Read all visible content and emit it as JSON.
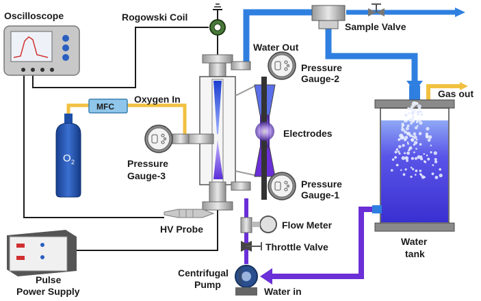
{
  "labels": {
    "oscilloscope": "Oscilloscope",
    "rogowski_coil": "Rogowski Coil",
    "sample_valve": "Sample Valve",
    "water_out": "Water Out",
    "pressure_gauge_2_a": "Pressure",
    "pressure_gauge_2_b": "Gauge-2",
    "gas_out": "Gas out",
    "mfc": "MFC",
    "oxygen_in": "Oxygen In",
    "electrodes": "Electrodes",
    "o2_symbol": "O",
    "o2_sub": "2",
    "pressure_gauge_3_a": "Pressure",
    "pressure_gauge_3_b": "Gauge-3",
    "pressure_gauge_1_a": "Pressure",
    "pressure_gauge_1_b": "Gauge-1",
    "hv_probe": "HV Probe",
    "flow_meter": "Flow Meter",
    "throttle_valve": "Throttle Valve",
    "water_tank_a": "Water",
    "water_tank_b": "tank",
    "centrifugal_pump_a": "Centrifugal",
    "centrifugal_pump_b": "Pump",
    "water_in": "Water in",
    "pulse_power_a": "Pulse",
    "pulse_power_b": "Power Supply"
  },
  "colors": {
    "water_pipe": "#2f7fe0",
    "return_pipe": "#6a2fd6",
    "gas_pipe": "#f2c040",
    "tank_water": "#4a3fe0",
    "cylinder": "#1e4fa8",
    "wire": "#1a1a1a"
  }
}
